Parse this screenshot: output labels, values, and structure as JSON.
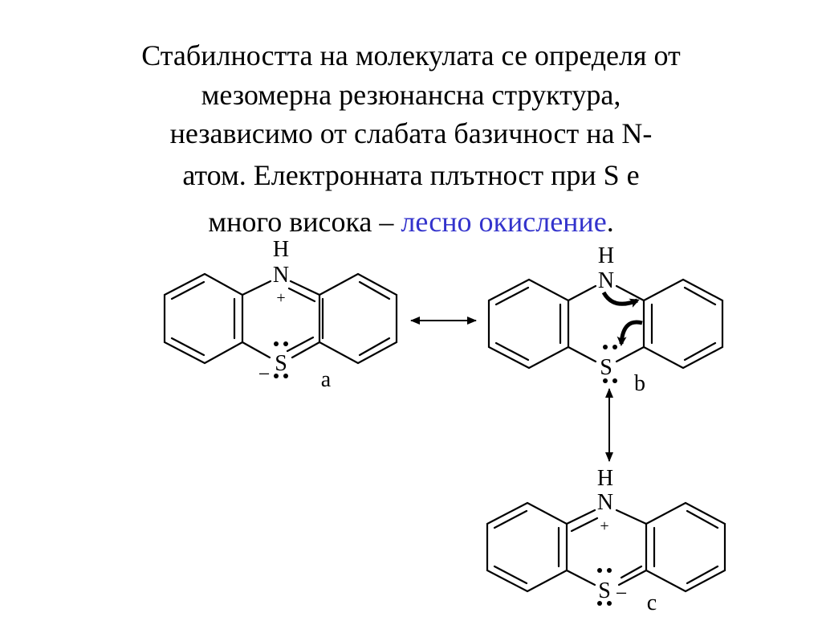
{
  "text": {
    "line1": "Стабилността на молекулата се определя от",
    "line2": "мезомерна резюнансна структура,",
    "line3": "независимо от слабата базичност на N-",
    "line4": "атом. Електронната плътност при S е",
    "line5_prefix": "много висока – ",
    "line5_highlight": "лесно окисление",
    "line5_suffix": "."
  },
  "structures": [
    {
      "id": "a",
      "label": "a",
      "top_atom": "N",
      "top_h": "H",
      "bottom_atom": "S",
      "n_charge": "+",
      "s_charge": "−"
    },
    {
      "id": "b",
      "label": "b",
      "top_atom": "N",
      "top_h": "H",
      "bottom_atom": "S"
    },
    {
      "id": "c",
      "label": "c",
      "top_atom": "N",
      "top_h": "H",
      "bottom_atom": "S",
      "n_charge": "+",
      "s_charge": "−"
    }
  ],
  "colors": {
    "highlight": "#3333cc",
    "ink": "#000000"
  }
}
